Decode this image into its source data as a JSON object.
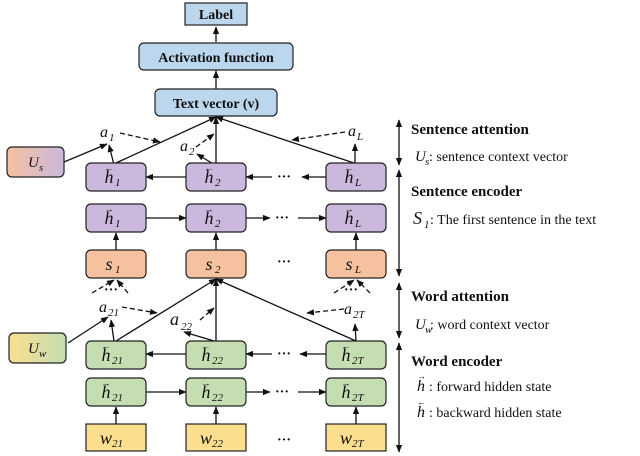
{
  "title": "Hierarchical Attention Network architecture",
  "top": {
    "label": "Label",
    "activation": "Activation function",
    "text_vector": "Text vector (v)"
  },
  "context_vectors": {
    "sentence": {
      "symbol": "U",
      "subscript": "s"
    },
    "word": {
      "symbol": "U",
      "subscript": "w"
    }
  },
  "sentence_attention_weights": [
    {
      "symbol": "a",
      "subscript": "1"
    },
    {
      "symbol": "a",
      "subscript": "2"
    },
    {
      "symbol": "a",
      "subscript": "L"
    }
  ],
  "sentence_backward": [
    {
      "symbol": "h",
      "subscript": "1",
      "arrow": "←"
    },
    {
      "symbol": "h",
      "subscript": "2",
      "arrow": "←"
    },
    {
      "symbol": "h",
      "subscript": "L",
      "arrow": "←"
    }
  ],
  "sentence_forward": [
    {
      "symbol": "h",
      "subscript": "1",
      "arrow": "→"
    },
    {
      "symbol": "h",
      "subscript": "2",
      "arrow": "→"
    },
    {
      "symbol": "h",
      "subscript": "L",
      "arrow": "→"
    }
  ],
  "sentences": [
    {
      "symbol": "s",
      "subscript": "1"
    },
    {
      "symbol": "s",
      "subscript": "2"
    },
    {
      "symbol": "s",
      "subscript": "L"
    }
  ],
  "word_attention_weights": [
    {
      "symbol": "a",
      "subscript": "21"
    },
    {
      "symbol": "a",
      "subscript": "22"
    },
    {
      "symbol": "a",
      "subscript": "2T"
    }
  ],
  "word_backward": [
    {
      "symbol": "h",
      "subscript": "21",
      "arrow": "←"
    },
    {
      "symbol": "h",
      "subscript": "22",
      "arrow": "←"
    },
    {
      "symbol": "h",
      "subscript": "2T",
      "arrow": "←"
    }
  ],
  "word_forward": [
    {
      "symbol": "h",
      "subscript": "21",
      "arrow": "→"
    },
    {
      "symbol": "h",
      "subscript": "22",
      "arrow": "→"
    },
    {
      "symbol": "h",
      "subscript": "2T",
      "arrow": "→"
    }
  ],
  "words": [
    {
      "symbol": "w",
      "subscript": "21"
    },
    {
      "symbol": "w",
      "subscript": "22"
    },
    {
      "symbol": "w",
      "subscript": "2T"
    }
  ],
  "ellipsis": "···",
  "legend": {
    "sentence_attention": {
      "title": "Sentence attention",
      "desc_symbol": "U",
      "desc_sub": "s",
      "desc": ": sentence context vector"
    },
    "sentence_encoder": {
      "title": "Sentence encoder",
      "desc_symbol": "S",
      "desc_sub": "1",
      "desc": " : The first sentence in the text"
    },
    "word_attention": {
      "title": "Word attention",
      "desc_symbol": "U",
      "desc_sub": "w",
      "desc": ": word context vector"
    },
    "word_encoder": {
      "title": "Word encoder",
      "fwd_desc": " : forward hidden state",
      "bwd_desc": " : backward hidden state",
      "symbol": "h"
    }
  },
  "colors": {
    "blue_box": "#bcd6ee",
    "purple_box": "#cbb8dc",
    "orange_box": "#f5c19f",
    "green_box": "#c4deb2",
    "yellow_box": "#fbdf8e",
    "stroke": "#222222"
  }
}
